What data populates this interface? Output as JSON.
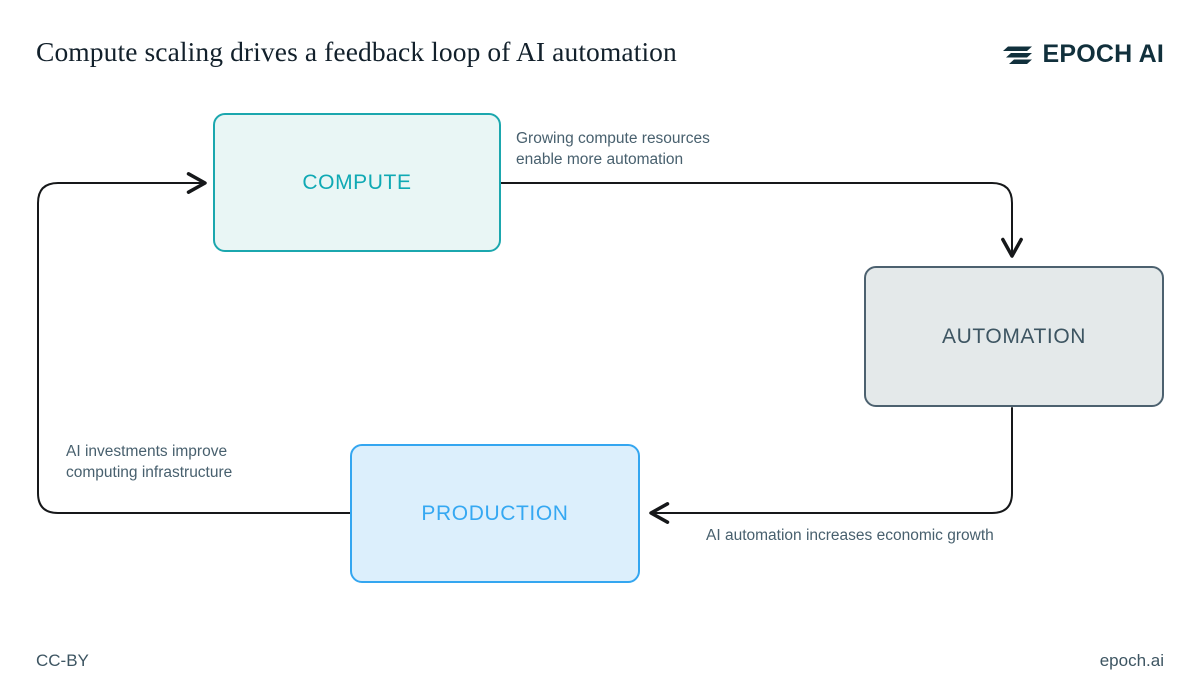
{
  "header": {
    "title": "Compute scaling drives a feedback loop of AI automation",
    "brand": {
      "name": "EPOCH AI",
      "mark_icon": "epoch-slanted-bars-icon"
    }
  },
  "diagram": {
    "type": "feedback-loop",
    "nodes": [
      {
        "id": "compute",
        "label": "COMPUTE",
        "fill": "#e9f6f5",
        "stroke": "#1ba7ae",
        "text_color": "#0fa9b4"
      },
      {
        "id": "automation",
        "label": "AUTOMATION",
        "fill": "#e4e9ea",
        "stroke": "#4c616f",
        "text_color": "#3d5562"
      },
      {
        "id": "production",
        "label": "PRODUCTION",
        "fill": "#dceffc",
        "stroke": "#34a6f0",
        "text_color": "#35a8f2"
      }
    ],
    "edges": [
      {
        "id": "compute-automation",
        "from": "compute",
        "to": "automation",
        "label": "Growing compute resources\nenable more automation"
      },
      {
        "id": "automation-production",
        "from": "automation",
        "to": "production",
        "label": "AI automation increases economic growth"
      },
      {
        "id": "production-compute",
        "from": "production",
        "to": "compute",
        "label": "AI investments improve\ncomputing infrastructure"
      }
    ],
    "edge_color": "#16181a"
  },
  "footer": {
    "license": "CC-BY",
    "site": "epoch.ai"
  },
  "colors": {
    "background": "#ffffff",
    "title": "#12202b",
    "body_text": "#48606e"
  }
}
